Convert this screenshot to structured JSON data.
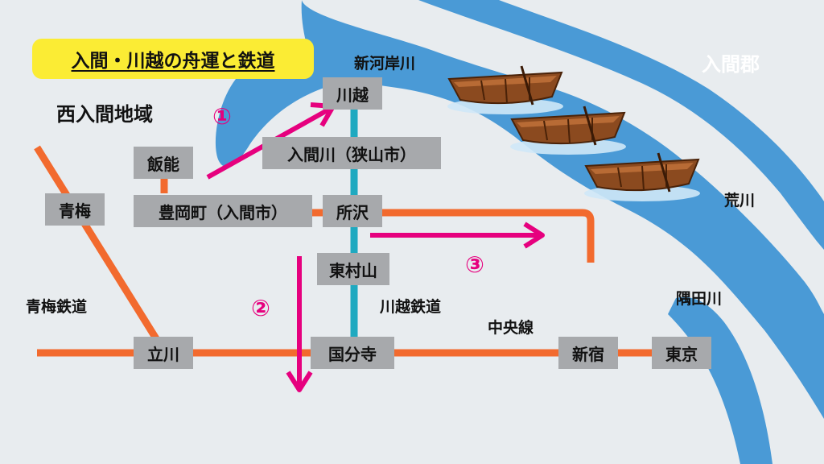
{
  "title": "入間・川越の舟運と鉄道",
  "regions": {
    "west": "西入間地域",
    "east": "入間郡"
  },
  "rivers": {
    "shingashi": "新河岸川",
    "ara": "荒川",
    "sumida": "隅田川"
  },
  "lines": {
    "ome": "青梅鉄道",
    "kawagoe": "川越鉄道",
    "chuo": "中央線"
  },
  "stations": {
    "kawagoe": "川越",
    "iruma_river": "入間川（狭山市）",
    "hanno": "飯能",
    "toyooka": "豊岡町（入間市）",
    "tokorozawa": "所沢",
    "higashimurayama": "東村山",
    "ome": "青梅",
    "tachikawa": "立川",
    "kokubunji": "国分寺",
    "shinjuku": "新宿",
    "tokyo": "東京"
  },
  "markers": [
    "①",
    "②",
    "③"
  ],
  "colors": {
    "river": "#4a9ad6",
    "line_orange": "#f26a2e",
    "line_teal": "#1fa9c0",
    "arrow": "#e6007e",
    "station": "#a7a9ac",
    "title_bg": "#fbec34"
  },
  "icons": [
    "boat-icon",
    "boat-icon",
    "boat-icon"
  ]
}
